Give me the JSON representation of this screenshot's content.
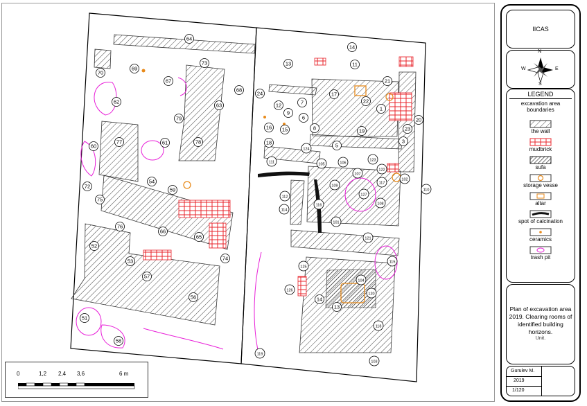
{
  "organization": "IICAS",
  "compass": {
    "n": "N",
    "s": "S",
    "e": "E",
    "w": "W"
  },
  "legend": {
    "title": "LEGEND",
    "boundary_label": "excavation area boundaries",
    "items": [
      {
        "key": "wall",
        "label": "the wall",
        "color": "#555555"
      },
      {
        "key": "mudbrick",
        "label": "mudbrick",
        "color": "#e8242b"
      },
      {
        "key": "sufa",
        "label": "sufa",
        "color": "#222222"
      },
      {
        "key": "vessel",
        "label": "storage vesse",
        "color": "#e88a1a"
      },
      {
        "key": "altar",
        "label": "altar",
        "color": "#e88a1a"
      },
      {
        "key": "calcination",
        "label": "spot of calcination",
        "color": "#111111"
      },
      {
        "key": "ceramics",
        "label": "ceramics",
        "color": "#e88a1a"
      },
      {
        "key": "trash",
        "label": "trash pit",
        "color": "#e81ed8"
      }
    ]
  },
  "caption": {
    "title": "Plan of excavation area 2019. Clearing rooms of identified building horizons.",
    "subtitle": "Unit."
  },
  "stamp": {
    "author": "Gurulev M.",
    "year": "2019",
    "scale": "1/120"
  },
  "scale_bar": {
    "labels": [
      "0",
      "1,2",
      "2,4",
      "3,6",
      "6 m"
    ]
  },
  "rooms_west": [
    "64",
    "70",
    "69",
    "73",
    "67",
    "62",
    "63",
    "68",
    "79",
    "77",
    "61",
    "78",
    "60",
    "72",
    "54",
    "59",
    "75",
    "76",
    "66",
    "65",
    "52",
    "53",
    "74",
    "57",
    "56",
    "51",
    "58"
  ],
  "rooms_east": [
    "14",
    "13",
    "11",
    "24",
    "21",
    "17",
    "22",
    "20",
    "12",
    "16",
    "15",
    "9",
    "7",
    "8",
    "6",
    "1",
    "19",
    "23",
    "18",
    "124",
    "5",
    "3",
    "111",
    "105",
    "106",
    "123",
    "107",
    "122",
    "109",
    "127",
    "102",
    "110",
    "116",
    "112",
    "114",
    "101",
    "108",
    "121",
    "115",
    "104",
    "120",
    "125",
    "126",
    "14",
    "13",
    "118",
    "119",
    "103",
    "117"
  ]
}
